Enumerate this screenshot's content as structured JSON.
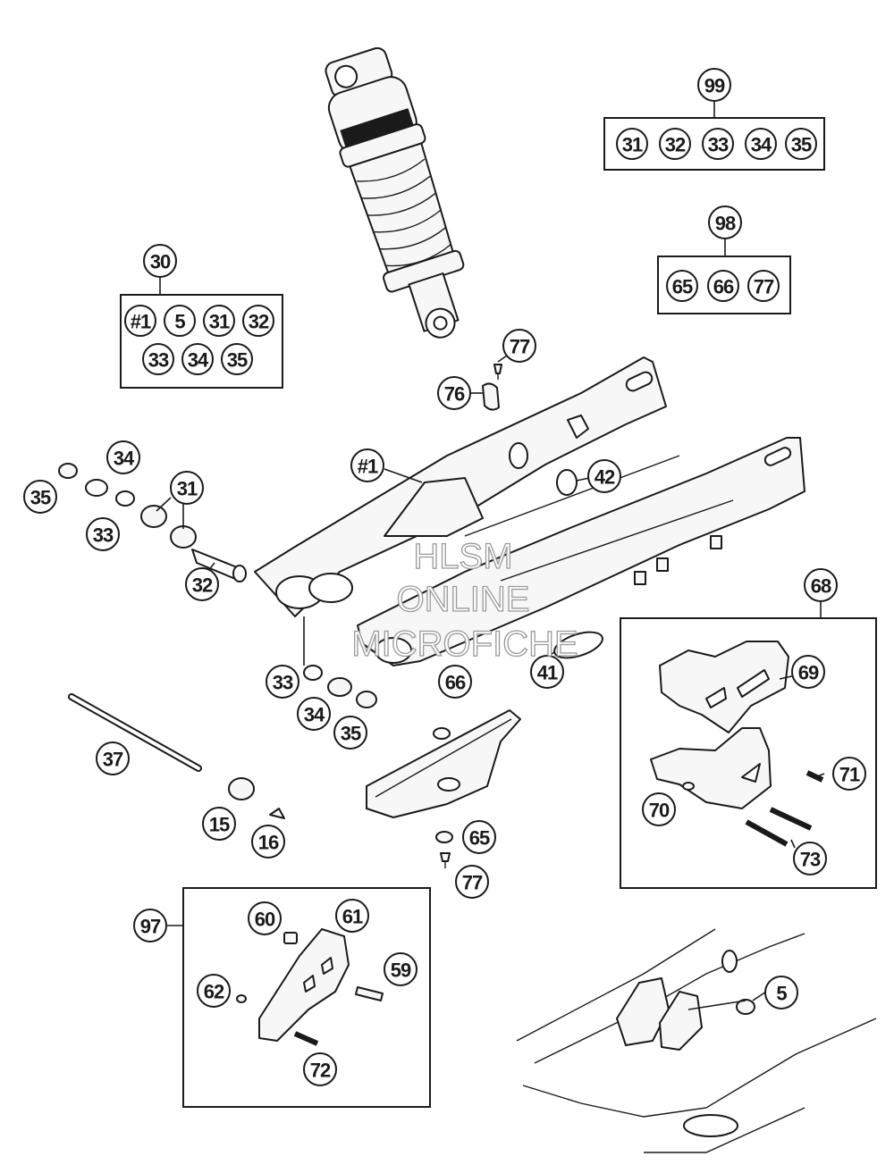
{
  "watermark": {
    "line1": "HLSM",
    "line2": "ONLINE",
    "line3": "MICROFICHE"
  },
  "kits": {
    "k99": {
      "label": "99",
      "items": [
        "31",
        "32",
        "33",
        "34",
        "35"
      ]
    },
    "k98": {
      "label": "98",
      "items": [
        "65",
        "66",
        "77"
      ]
    },
    "k30": {
      "label": "30",
      "items": [
        "#1",
        "5",
        "31",
        "32",
        "33",
        "34",
        "35"
      ]
    },
    "k68": {
      "label": "68"
    },
    "k97": {
      "label": "97"
    }
  },
  "callouts": {
    "c77a": "77",
    "c76": "76",
    "c1": "#1",
    "c42": "42",
    "c34a": "34",
    "c35a": "35",
    "c31": "31",
    "c33a": "33",
    "c32": "32",
    "c33b": "33",
    "c34b": "34",
    "c35b": "35",
    "c41": "41",
    "c66": "66",
    "c37": "37",
    "c15": "15",
    "c16": "16",
    "c65": "65",
    "c77b": "77",
    "c69": "69",
    "c70": "70",
    "c71": "71",
    "c73": "73",
    "c60": "60",
    "c61": "61",
    "c59": "59",
    "c62": "62",
    "c72": "72",
    "c5": "5"
  }
}
